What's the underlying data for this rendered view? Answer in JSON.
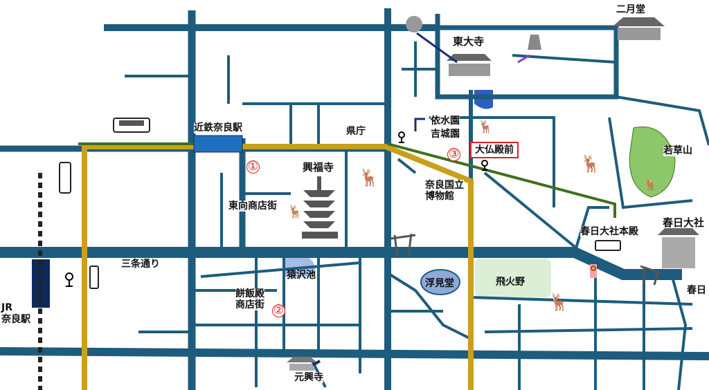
{
  "labels": {
    "nigatsudo": "二月堂",
    "todaiji": "東大寺",
    "wakakusayama": "若草山",
    "kencho": "県庁",
    "isuien": "依水園",
    "yoshikien": "吉城園",
    "kintetsu_nara": "近鉄奈良駅",
    "kofukuji": "興福寺",
    "daibutsuden_mae": "大仏殿前",
    "museum_1": "奈良国立",
    "museum_2": "博物館",
    "higashimuki": "東向商店街",
    "kasuga_honden": "春日大社本殿",
    "kasuga_taisha": "春日大社",
    "sanjo_dori": "三条通り",
    "sarusawa": "猿沢池",
    "ukimido": "浮見堂",
    "tobihino": "飛火野",
    "mochiidono_1": "餅飯殿",
    "mochiidono_2": "商店街",
    "jr_1": "JR",
    "jr_2": "奈良駅",
    "gangoji": "元興寺",
    "kasuga_cut": "春日"
  },
  "markers": {
    "m1": "①",
    "m2": "②",
    "m3": "③"
  },
  "colors": {
    "road": "#1d5c7c",
    "route_yellow": "#c9a01c",
    "route_green": "#3f6f1a",
    "water": "#8fa9d9",
    "park": "#dcefd6",
    "hill": "#8cc86a",
    "station": "#1f6fc0",
    "jr_station": "#0d2a5c",
    "highlight": "#e02020"
  }
}
